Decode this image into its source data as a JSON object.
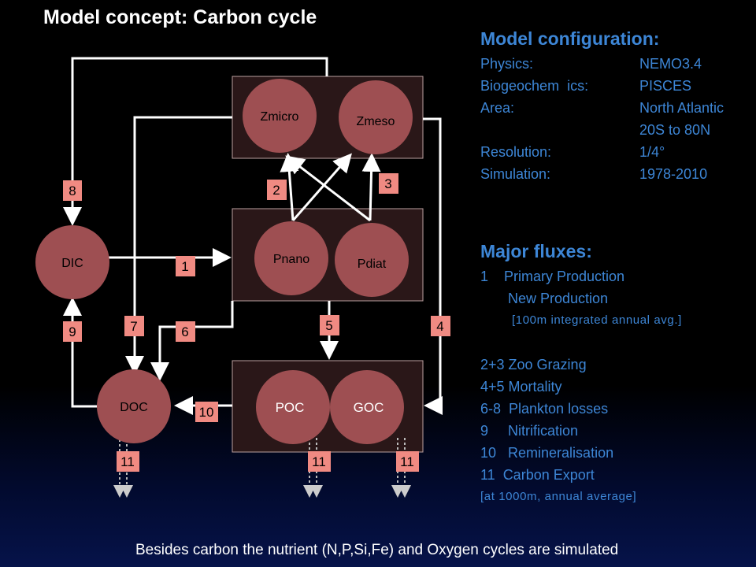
{
  "title": "Model concept: Carbon cycle",
  "nodes": {
    "zmicro": "Zmicro",
    "zmeso": "Zmeso",
    "pnano": "Pnano",
    "pdiat": "Pdiat",
    "dic": "DIC",
    "doc": "DOC",
    "poc": "POC",
    "goc": "GOC"
  },
  "flux_labels": {
    "f1": "1",
    "f2": "2",
    "f3": "3",
    "f4": "4",
    "f5": "5",
    "f6": "6",
    "f7": "7",
    "f8": "8",
    "f9": "9",
    "f10": "10",
    "f11a": "11",
    "f11b": "11",
    "f11c": "11"
  },
  "config": {
    "heading": "Model configuration:",
    "rows": [
      {
        "key": "Physics:",
        "value": "NEMO3.4"
      },
      {
        "key": "Biogeochem  ics:",
        "value": "PISCES"
      },
      {
        "key": "Area:",
        "value": "North Atlantic"
      },
      {
        "key": "",
        "value": "20S to 80N"
      },
      {
        "key": "Resolution:",
        "value": "1/4°"
      },
      {
        "key": "Simulation:",
        "value": "1978-2010"
      }
    ]
  },
  "fluxes": {
    "heading": "Major fluxes:",
    "lines": [
      "1    Primary Production",
      "       New Production",
      "[100m integrated annual avg.]",
      "",
      "2+3 Zoo Grazing",
      "4+5 Mortality",
      "6-8  Plankton losses",
      "9     Nitrification",
      "10   Remineralisation",
      "11  Carbon Export",
      "[at 1000m, annual average]"
    ]
  },
  "footer": "Besides carbon the nutrient (N,P,Si,Fe) and Oxygen cycles are simulated",
  "colors": {
    "node_fill": "#9e4f52",
    "box_fill": "#2a1718",
    "label_fill": "#f08a82",
    "accent_blue": "#3d86d6",
    "line": "#ffffff"
  }
}
